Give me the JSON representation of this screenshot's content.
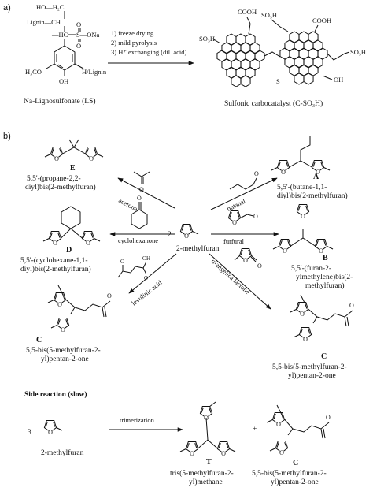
{
  "panel_a": {
    "label": "a)",
    "reactant": {
      "name": "Na-Lignosulfonate (LS)",
      "groups": {
        "ho_ch2": "HO—H₂C",
        "lignin_ch": "Lignin—CH",
        "hc": "—HC",
        "so3na": "S—ONa",
        "o_top": "O",
        "o_bottom": "O",
        "h3co": "H₃CO",
        "h_lignin": "H/Lignin",
        "oh": "OH"
      }
    },
    "conditions": [
      "1) freeze drying",
      "2) mild pyrolysis",
      "3) H⁺ exchanging (dil. acid)"
    ],
    "product": {
      "name": "Sulfonic carbocatalyst (C-SO₃H)",
      "groups": {
        "cooh1": "COOH",
        "cooh2": "COOH",
        "so3h1": "SO₃H",
        "so3h2": "SO₃H",
        "so3h3": "SO₃H",
        "s": "S",
        "oh": "OH"
      }
    }
  },
  "panel_b": {
    "label": "b)",
    "center": {
      "coefficient": "2",
      "name": "2-methylfuran"
    },
    "reagents": {
      "acetone": "acetone",
      "cyclohexanone": "cyclohexanone",
      "levulinic": "levulinic acid",
      "butanal": "butanal",
      "furfural": "furfural",
      "angelica": "α-angelica lactone"
    },
    "products": {
      "E": {
        "letter": "E",
        "name_lines": [
          "5,5'-(propane-2,2-",
          "diyl)bis(2-methylfuran)"
        ]
      },
      "D": {
        "letter": "D",
        "name_lines": [
          "5,5'-(cyclohexane-1,1-",
          "diyl)bis(2-methylfuran)"
        ]
      },
      "C_left": {
        "letter": "C",
        "name_lines": [
          "5,5-bis(5-methylfuran-2-",
          "yl)pentan-2-one"
        ]
      },
      "A": {
        "letter": "A",
        "name_lines": [
          "5,5'-(butane-1,1-",
          "diyl)bis(2-methylfuran)"
        ]
      },
      "B": {
        "letter": "B",
        "name_lines": [
          "5,5'-(furan-2-",
          "ylmethylene)bis(2-",
          "methylfuran)"
        ]
      },
      "C_right": {
        "letter": "C",
        "name_lines": [
          "5,5-bis(5-methylfuran-2-",
          "yl)pentan-2-one"
        ]
      }
    },
    "side_reaction": {
      "title": "Side reaction (slow)",
      "coefficient": "3",
      "reactant": "2-methylfuran",
      "condition": "trimerization",
      "plus": "+",
      "product_T": {
        "letter": "T",
        "name_lines": [
          "tris(5-methylfuran-2-",
          "yl)methane"
        ]
      },
      "product_C": {
        "letter": "C",
        "name_lines": [
          "5,5-bis(5-methylfuran-2-",
          "yl)pentan-2-one"
        ]
      }
    },
    "atoms": {
      "o": "O"
    }
  }
}
